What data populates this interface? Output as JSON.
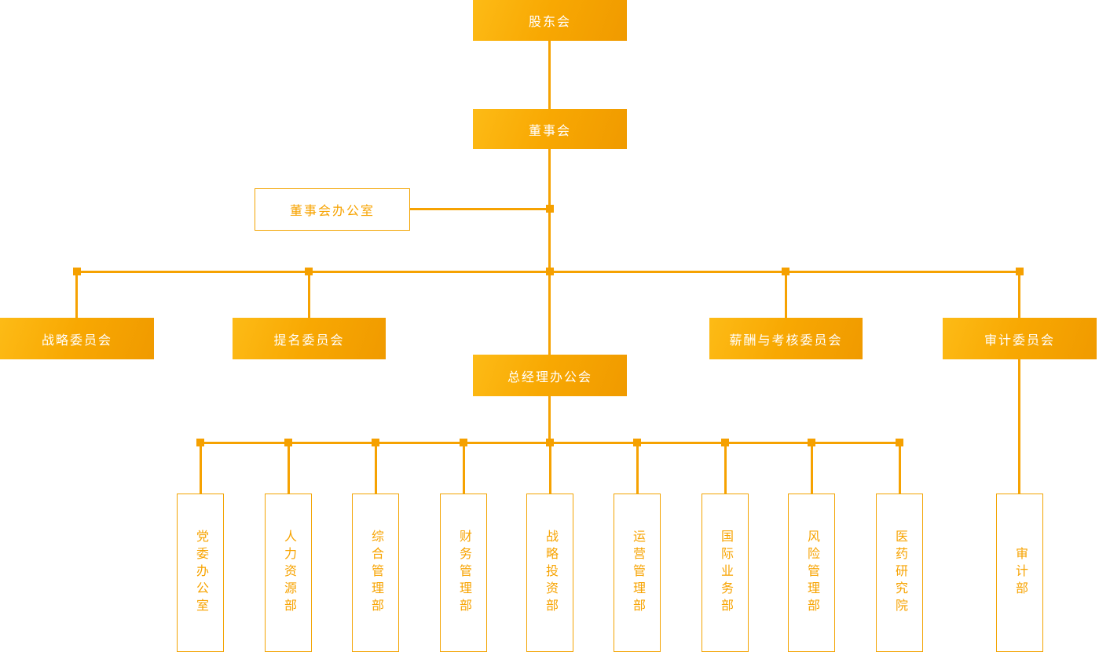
{
  "colors": {
    "accent": "#F7A300",
    "line": "#F6A201",
    "box_gradient_start": "#FDBB16",
    "box_gradient_end": "#F09A00",
    "solid_box_text": "#FFFFFF",
    "outline_box_border": "#F3A402",
    "outline_box_text": "#F7A300",
    "background": "#FFFFFF"
  },
  "org_chart": {
    "root": {
      "label": "股东会"
    },
    "board": {
      "label": "董事会"
    },
    "board_office": {
      "label": "董事会办公室"
    },
    "committees": [
      {
        "id": "strategy",
        "label": "战略委员会"
      },
      {
        "id": "nomination",
        "label": "提名委员会"
      },
      {
        "id": "remuneration",
        "label": "薪酬与考核委员会"
      },
      {
        "id": "audit",
        "label": "审计委员会"
      }
    ],
    "gm_office": {
      "label": "总经理办公会"
    },
    "departments": [
      {
        "label": "党委办公室"
      },
      {
        "label": "人力资源部"
      },
      {
        "label": "综合管理部"
      },
      {
        "label": "财务管理部"
      },
      {
        "label": "战略投资部"
      },
      {
        "label": "运营管理部"
      },
      {
        "label": "国际业务部"
      },
      {
        "label": "风险管理部"
      },
      {
        "label": "医药研究院"
      }
    ],
    "audit_department": {
      "label": "审计部"
    }
  }
}
